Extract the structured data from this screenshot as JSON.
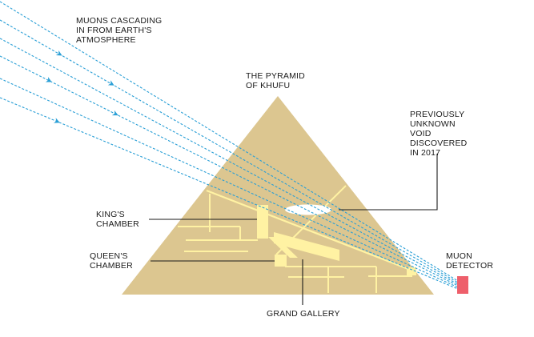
{
  "labels": {
    "muons": [
      "MUONS CASCADING",
      "IN FROM EARTH'S",
      "ATMOSPHERE"
    ],
    "pyramid": [
      "THE PYRAMID",
      "OF KHUFU"
    ],
    "void": [
      "PREVIOUSLY",
      "UNKNOWN",
      "VOID",
      "DISCOVERED",
      "IN 2017"
    ],
    "kings_chamber": [
      "KING'S",
      "CHAMBER"
    ],
    "queens_chamber": [
      "QUEEN'S",
      "CHAMBER"
    ],
    "detector": [
      "MUON",
      "DETECTOR"
    ],
    "grand_gallery": "GRAND GALLERY"
  },
  "colors": {
    "pyramid": "#dcc690",
    "passages": "#fff2a3",
    "muon_rays": "#2a9fd6",
    "detector": "#ee5f6b",
    "leader_lines": "#1a1a1a",
    "void": "#ffffff"
  }
}
